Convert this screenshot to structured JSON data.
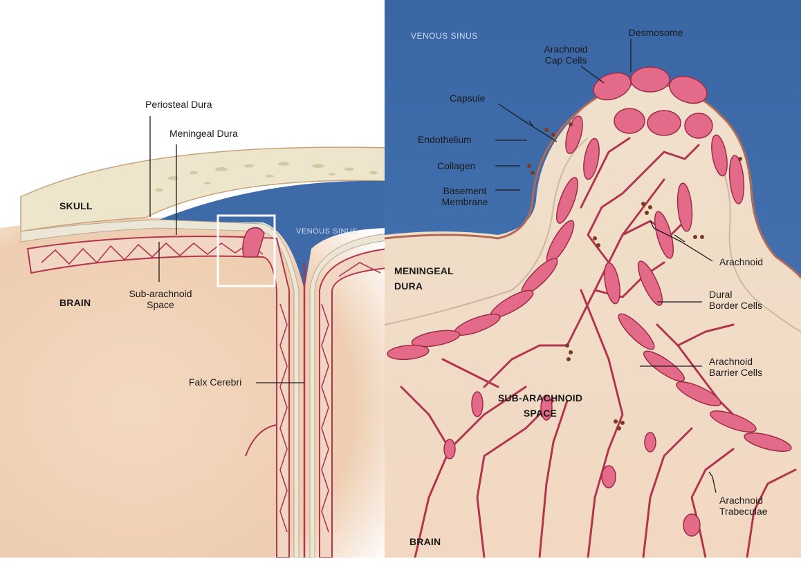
{
  "left_panel": {
    "labels": {
      "periosteal_dura": "Periosteal Dura",
      "meningeal_dura": "Meningeal Dura",
      "skull": "SKULL",
      "venous_sinus": "VENOUS SINUS",
      "brain": "BRAIN",
      "subarachnoid_space_line1": "Sub-arachnoid",
      "subarachnoid_space_line2": "Space",
      "falx_cerebri": "Falx Cerebri"
    }
  },
  "right_panel": {
    "labels": {
      "venous_sinus": "VENOUS SINUS",
      "desmosome": "Desmosome",
      "arachnoid_cap_cells_line1": "Arachnoid",
      "arachnoid_cap_cells_line2": "Cap Cells",
      "capsule": "Capsule",
      "endothelium": "Endothelium",
      "collagen": "Collagen",
      "basement_membrane_line1": "Basement",
      "basement_membrane_line2": "Membrane",
      "meningeal_dura_line1": "MENINGEAL",
      "meningeal_dura_line2": "DURA",
      "arachnoid": "Arachnoid",
      "dural_border_cells_line1": "Dural",
      "dural_border_cells_line2": "Border Cells",
      "arachnoid_barrier_cells_line1": "Arachnoid",
      "arachnoid_barrier_cells_line2": "Barrier Cells",
      "subarachnoid_space_line1": "SUB-ARACHNOID",
      "subarachnoid_space_line2": "SPACE",
      "arachnoid_trabeculae_line1": "Arachnoid",
      "arachnoid_trabeculae_line2": "Trabeculae",
      "brain": "BRAIN"
    }
  },
  "colors": {
    "venous_blue": "#3d6aa8",
    "vessel_red": "#b2344f",
    "cell_pink": "#e46a8a",
    "brain_tissue": "#f0d2b6",
    "dura_cream": "#ece7d8",
    "skull_bone": "#efe9d4"
  }
}
